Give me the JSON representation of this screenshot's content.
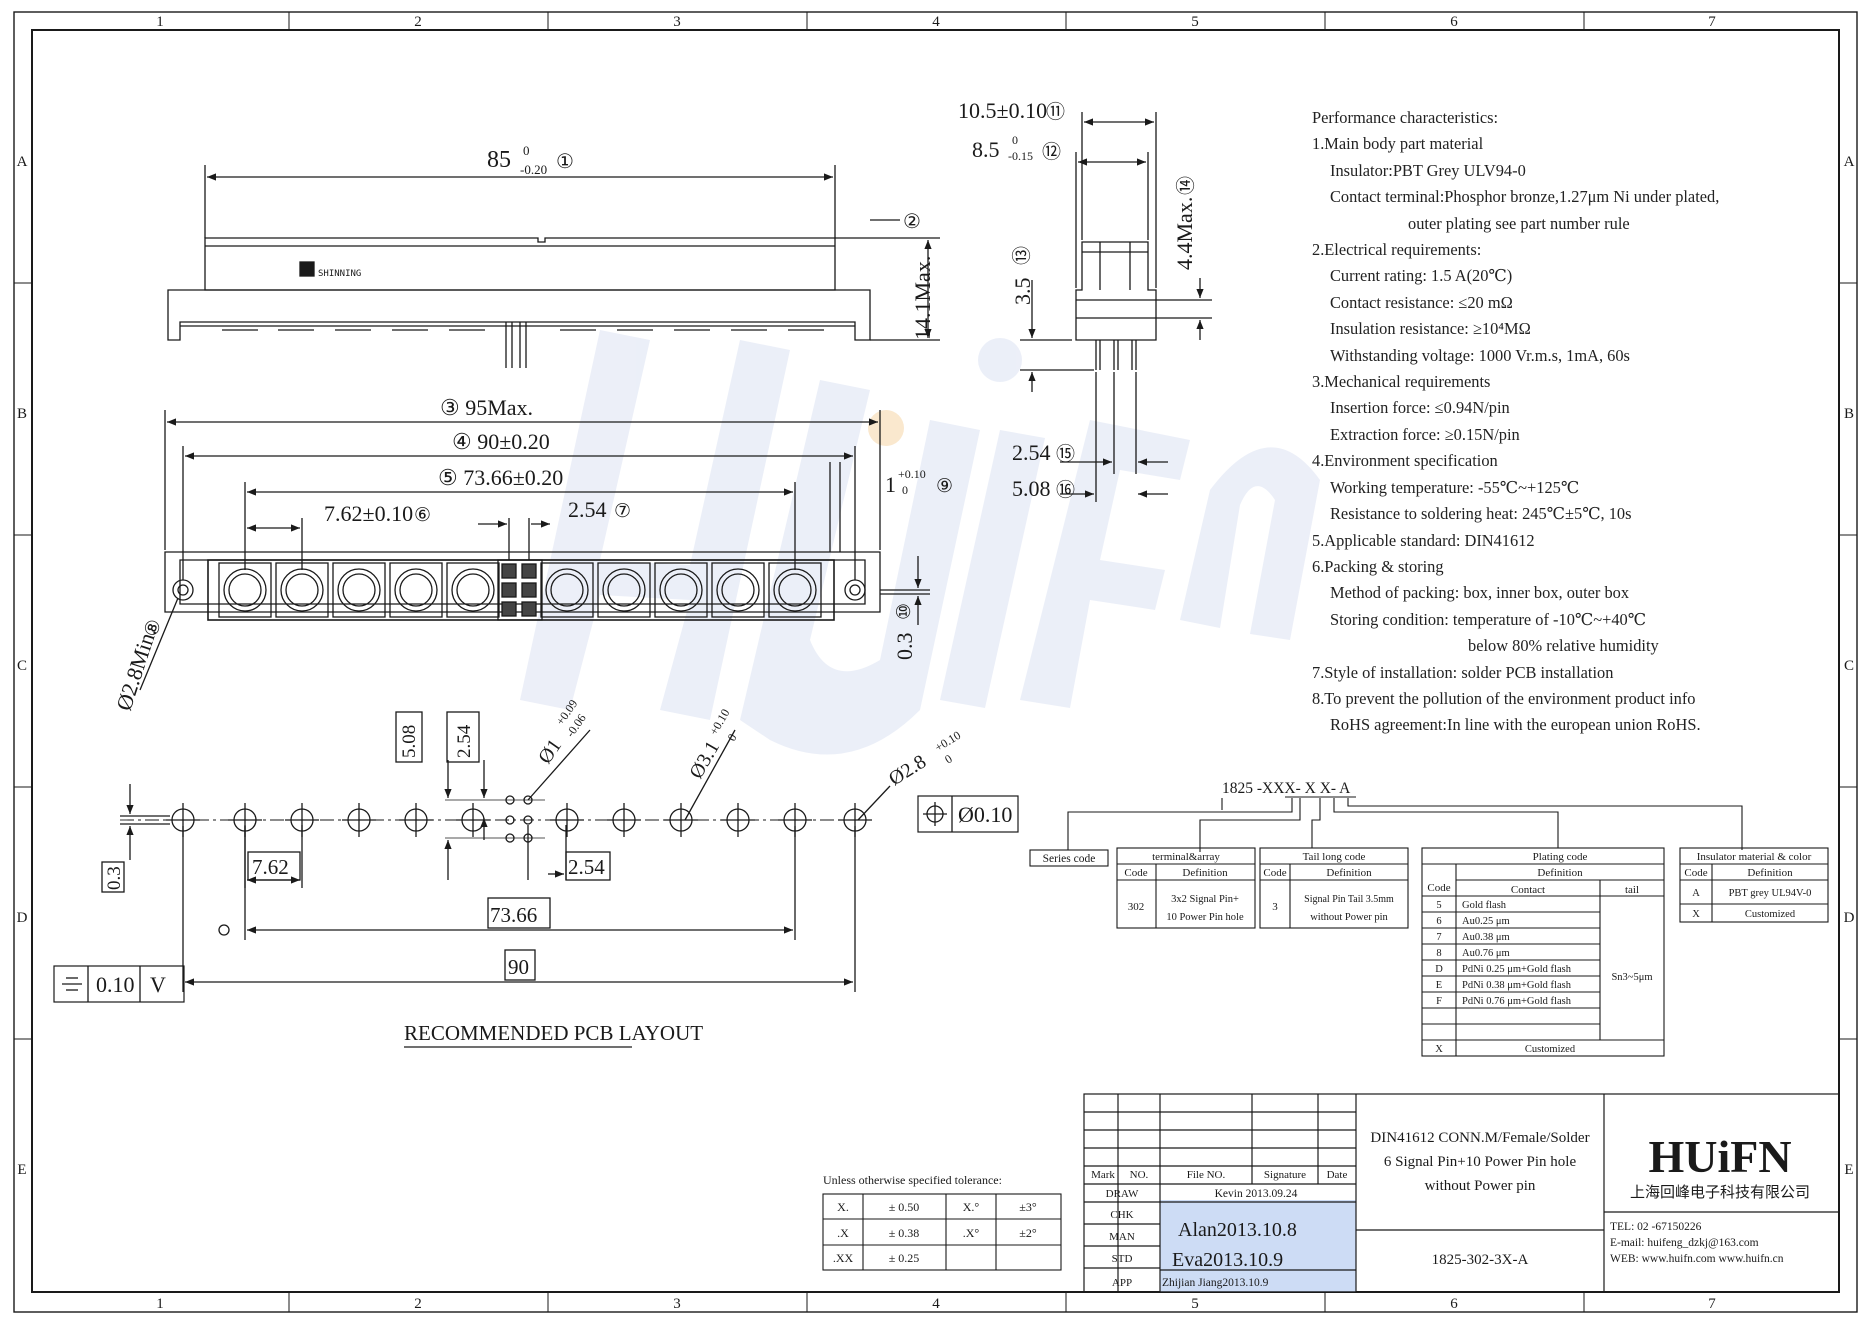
{
  "frame": {
    "cols": [
      "1",
      "2",
      "3",
      "4",
      "5",
      "6",
      "7"
    ],
    "rows": [
      "A",
      "B",
      "C",
      "D",
      "E"
    ]
  },
  "top_view": {
    "dim_length": "85",
    "dim_length_tol_upper": "0",
    "dim_length_tol_lower": "-0.20",
    "dim_length_ref": "①",
    "ref_2": "②",
    "dim_height": "14.1Max.",
    "brand_mark": "SHINNING"
  },
  "front_view": {
    "dim_3": "③ 95Max.",
    "dim_4": "④ 90±0.20",
    "dim_5": "⑤ 73.66±0.20",
    "dim_6": "7.62±0.10",
    "dim_6_ref": "⑥",
    "dim_7": "2.54",
    "dim_7_ref": "⑦",
    "dim_8": "Ø2.8Min.",
    "dim_8_ref": "⑧",
    "dim_9_base": "1",
    "dim_9_tol_upper": "+0.10",
    "dim_9_tol_lower": "0",
    "dim_9_ref": "⑨",
    "dim_10": "0.3",
    "dim_10_ref": "⑩"
  },
  "side_view": {
    "dim_11": "10.5±0.10",
    "dim_11_ref": "⑪",
    "dim_12_base": "8.5",
    "dim_12_tol_upper": "0",
    "dim_12_tol_lower": "-0.15",
    "dim_12_ref": "⑫",
    "dim_13": "3.5",
    "dim_13_ref": "⑬",
    "dim_14": "4.4Max.",
    "dim_14_ref": "⑭",
    "dim_15": "2.54",
    "dim_15_ref": "⑮",
    "dim_16": "5.08",
    "dim_16_ref": "⑯"
  },
  "pcb_layout": {
    "title": "RECOMMENDED PCB LAYOUT",
    "d_508": "5.08",
    "d_254v": "2.54",
    "d_hole1": "Ø1",
    "d_hole1_up": "+0.09",
    "d_hole1_low": "-0.06",
    "d_hole2": "Ø3.1",
    "d_hole2_up": "+0.10",
    "d_hole2_low": "0",
    "d_hole3": "Ø2.8",
    "d_hole3_up": "+0.10",
    "d_hole3_low": "0",
    "pos_tol": "Ø0.10",
    "d_03": "0.3",
    "d_762": "7.62",
    "d_254": "2.54",
    "d_7366": "73.66",
    "d_90": "90",
    "flat_tol": "0.10",
    "datum": "V"
  },
  "performance": {
    "heading": "Performance characteristics:",
    "lines": [
      {
        "t": "1.Main body part material",
        "i": 0
      },
      {
        "t": "Insulator:PBT Grey ULV94-0",
        "i": 1
      },
      {
        "t": "Contact terminal:Phosphor bronze,1.27μm Ni under plated,",
        "i": 1
      },
      {
        "t": "outer plating see part number rule",
        "i": 2
      },
      {
        "t": "2.Electrical requirements:",
        "i": 0
      },
      {
        "t": "Current rating: 1.5 A(20℃)",
        "i": 1
      },
      {
        "t": "Contact resistance: ≤20 mΩ",
        "i": 1
      },
      {
        "t": "Insulation resistance: ≥10⁴MΩ",
        "i": 1
      },
      {
        "t": "Withstanding voltage: 1000 Vr.m.s, 1mA, 60s",
        "i": 1
      },
      {
        "t": "3.Mechanical requirements",
        "i": 0
      },
      {
        "t": "Insertion force: ≤0.94N/pin",
        "i": 1
      },
      {
        "t": "Extraction force: ≥0.15N/pin",
        "i": 1
      },
      {
        "t": "4.Environment specification",
        "i": 0
      },
      {
        "t": "Working temperature: -55℃~+125℃",
        "i": 1
      },
      {
        "t": "Resistance to soldering heat: 245℃±5℃, 10s",
        "i": 1
      },
      {
        "t": "5.Applicable standard: DIN41612",
        "i": 0
      },
      {
        "t": "6.Packing & storing",
        "i": 0
      },
      {
        "t": "Method of packing: box, inner box, outer box",
        "i": 1
      },
      {
        "t": "Storing condition: temperature of -10℃~+40℃",
        "i": 1
      },
      {
        "t": "below 80% relative humidity",
        "i": 3
      },
      {
        "t": "7.Style of installation: solder PCB installation",
        "i": 0
      },
      {
        "t": "8.To prevent the pollution of the environment product info",
        "i": 0
      },
      {
        "t": "RoHS agreement:In line with the european union RoHS.",
        "i": 1
      }
    ]
  },
  "part_number": {
    "code_line": "1825 -XXX- X X- A",
    "series": "Series code",
    "terminal_title": "terminal&array",
    "terminal_code_h": "Code",
    "terminal_def_h": "Definition",
    "terminal_code": "302",
    "terminal_def_1": "3x2 Signal Pin+",
    "terminal_def_2": "10 Power Pin hole",
    "tail_title": "Tail long code",
    "tail_code_h": "Code",
    "tail_def_h": "Definition",
    "tail_code": "3",
    "tail_def_1": "Signal Pin Tail 3.5mm",
    "tail_def_2": "without Power pin",
    "plating_title": "Plating code",
    "plating_code_h": "Code",
    "plating_def_h": "Definition",
    "plating_contact_h": "Contact",
    "plating_tail_h": "tail",
    "plating_tail_val": "Sn3~5μm",
    "plating_rows": [
      {
        "code": "5",
        "def": "Gold flash"
      },
      {
        "code": "6",
        "def": "Au0.25 μm"
      },
      {
        "code": "7",
        "def": "Au0.38 μm"
      },
      {
        "code": "8",
        "def": "Au0.76 μm"
      },
      {
        "code": "D",
        "def": "PdNi 0.25 μm+Gold flash"
      },
      {
        "code": "E",
        "def": "PdNi 0.38 μm+Gold flash"
      },
      {
        "code": "F",
        "def": "PdNi 0.76 μm+Gold flash"
      }
    ],
    "plating_last_code": "X",
    "plating_last_def": "Customized",
    "ins_title": "Insulator material & color",
    "ins_code_h": "Code",
    "ins_def_h": "Definition",
    "ins_rows": [
      {
        "code": "A",
        "def": "PBT grey UL94V-0"
      },
      {
        "code": "X",
        "def": "Customized"
      }
    ]
  },
  "tolerance": {
    "title": "Unless otherwise specified tolerance:",
    "rows": [
      [
        "X.",
        "± 0.50",
        "X.°",
        "±3°"
      ],
      [
        ".X",
        "± 0.38",
        ".X°",
        "±2°"
      ],
      [
        ".XX",
        "± 0.25",
        "",
        ""
      ]
    ]
  },
  "title_block": {
    "mark_h": "Mark",
    "no_h": "NO.",
    "file_h": "File NO.",
    "sig_h": "Signature",
    "date_h": "Date",
    "draw_l": "DRAW",
    "draw_v": "Kevin 2013.09.24",
    "chk_l": "CHK",
    "chk_v": "Alan2013.10.8",
    "man_l": "MAN",
    "man_v": "",
    "std_l": "STD",
    "std_v": "Eva2013.10.9",
    "app_l": "APP",
    "app_v": "Zhijian  Jiang2013.10.9",
    "desc_1": "DIN41612 CONN.M/Female/Solder",
    "desc_2": "6 Signal Pin+10 Power Pin hole",
    "desc_3": "without Power pin",
    "part_no": "1825-302-3X-A",
    "logo": "HUiFN",
    "company_cn": "上海回峰电子科技有限公司",
    "tel": "TEL: 02 -67150226",
    "email": "E-mail: huifeng_dzkj@163.com",
    "web": "WEB: www.huifn.com   www.huifn.cn"
  },
  "colors": {
    "line": "#1a1a1a",
    "watermark": "#c8d2ec",
    "highlight": "#bcd0f2"
  }
}
